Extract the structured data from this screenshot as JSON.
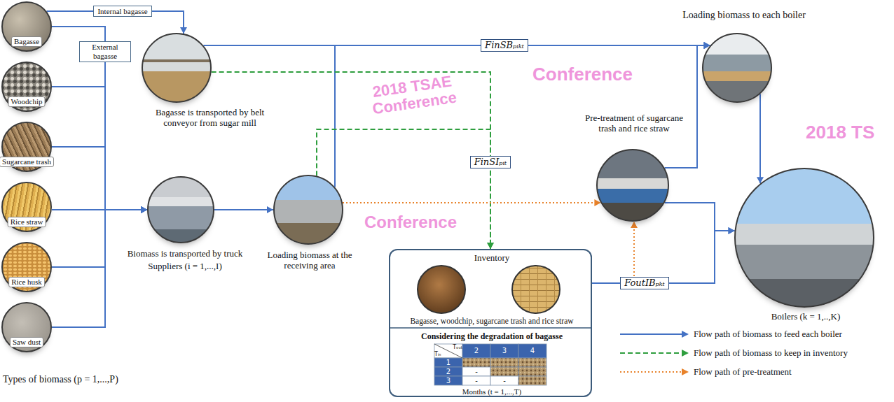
{
  "diagram": {
    "nodes": [
      {
        "text": [
          "Bagasse"
        ]
      },
      {
        "text": [
          "Woodchip"
        ]
      },
      {
        "text": [
          "Sugarcane trash"
        ]
      },
      {
        "text": [
          "Rice straw"
        ]
      },
      {
        "text": [
          "Rice husk"
        ]
      },
      {
        "text": [
          "Saw dust"
        ]
      },
      {
        "text": [
          "Bagasse is transported by belt conveyor from sugar mill"
        ]
      },
      {
        "text": [
          "Biomass is transported by truck",
          "Suppliers (i = 1,...,I)"
        ]
      },
      {
        "text": [
          "Loading biomass at the receiving area"
        ]
      },
      {
        "text": [
          "Inventory",
          "Bagasse, woodchip, sugarcane trash and rice straw",
          "Considering the degradation of bagasse",
          "Months (t = 1,...,T)"
        ]
      },
      {
        "text": [
          "Pre-treatment of sugarcane trash and rice straw"
        ]
      },
      {
        "text": [
          "Loading biomass to each boiler"
        ]
      },
      {
        "text": [
          "Boilers (k = 1,..,K)"
        ]
      }
    ],
    "edges": [
      {
        "from": 0,
        "to": 6,
        "arrow": "to",
        "label": "Internal bagasse"
      },
      {
        "from": 0,
        "to": 7,
        "arrow": "to",
        "label": "External bagasse"
      },
      {
        "from": 1,
        "to": 7,
        "arrow": "to"
      },
      {
        "from": 2,
        "to": 7,
        "arrow": "to"
      },
      {
        "from": 3,
        "to": 7,
        "arrow": "to"
      },
      {
        "from": 4,
        "to": 7,
        "arrow": "to"
      },
      {
        "from": 5,
        "to": 7,
        "arrow": "to"
      },
      {
        "from": 7,
        "to": 8,
        "arrow": "to"
      },
      {
        "from": 6,
        "to": 11,
        "arrow": "to",
        "label": "FinSBₚᵢₖₜ"
      },
      {
        "from": 8,
        "to": 11,
        "arrow": "to"
      },
      {
        "from": 6,
        "to": 9,
        "arrow": "to",
        "label": "FinSIₚᵢₜ"
      },
      {
        "from": 8,
        "to": 9,
        "arrow": "to"
      },
      {
        "from": 8,
        "to": 10,
        "arrow": "to"
      },
      {
        "from": 9,
        "to": 10,
        "arrow": "to"
      },
      {
        "from": 9,
        "to": 12,
        "arrow": "to",
        "label": "FoutIBₚₖₜ"
      },
      {
        "from": 10,
        "to": 11,
        "arrow": "to"
      },
      {
        "from": 10,
        "to": 12,
        "arrow": "to"
      },
      {
        "from": 11,
        "to": 12,
        "arrow": "to"
      }
    ],
    "labels": [
      "2018 TSAE Conference",
      "Conference",
      "Conference",
      "2018 TS",
      "Types of biomass (p = 1,...,P)",
      "Tₒᵤₜ",
      "Tᵢₙ",
      "2",
      "3",
      "4",
      "1",
      "2",
      "3",
      "-",
      "-",
      "-"
    ],
    "legend": [
      {
        "text": "Flow path of biomass to feed each boiler"
      },
      {
        "text": "Flow path of biomass to keep in inventory"
      },
      {
        "text": "Flow path of pre-treatment"
      }
    ]
  }
}
